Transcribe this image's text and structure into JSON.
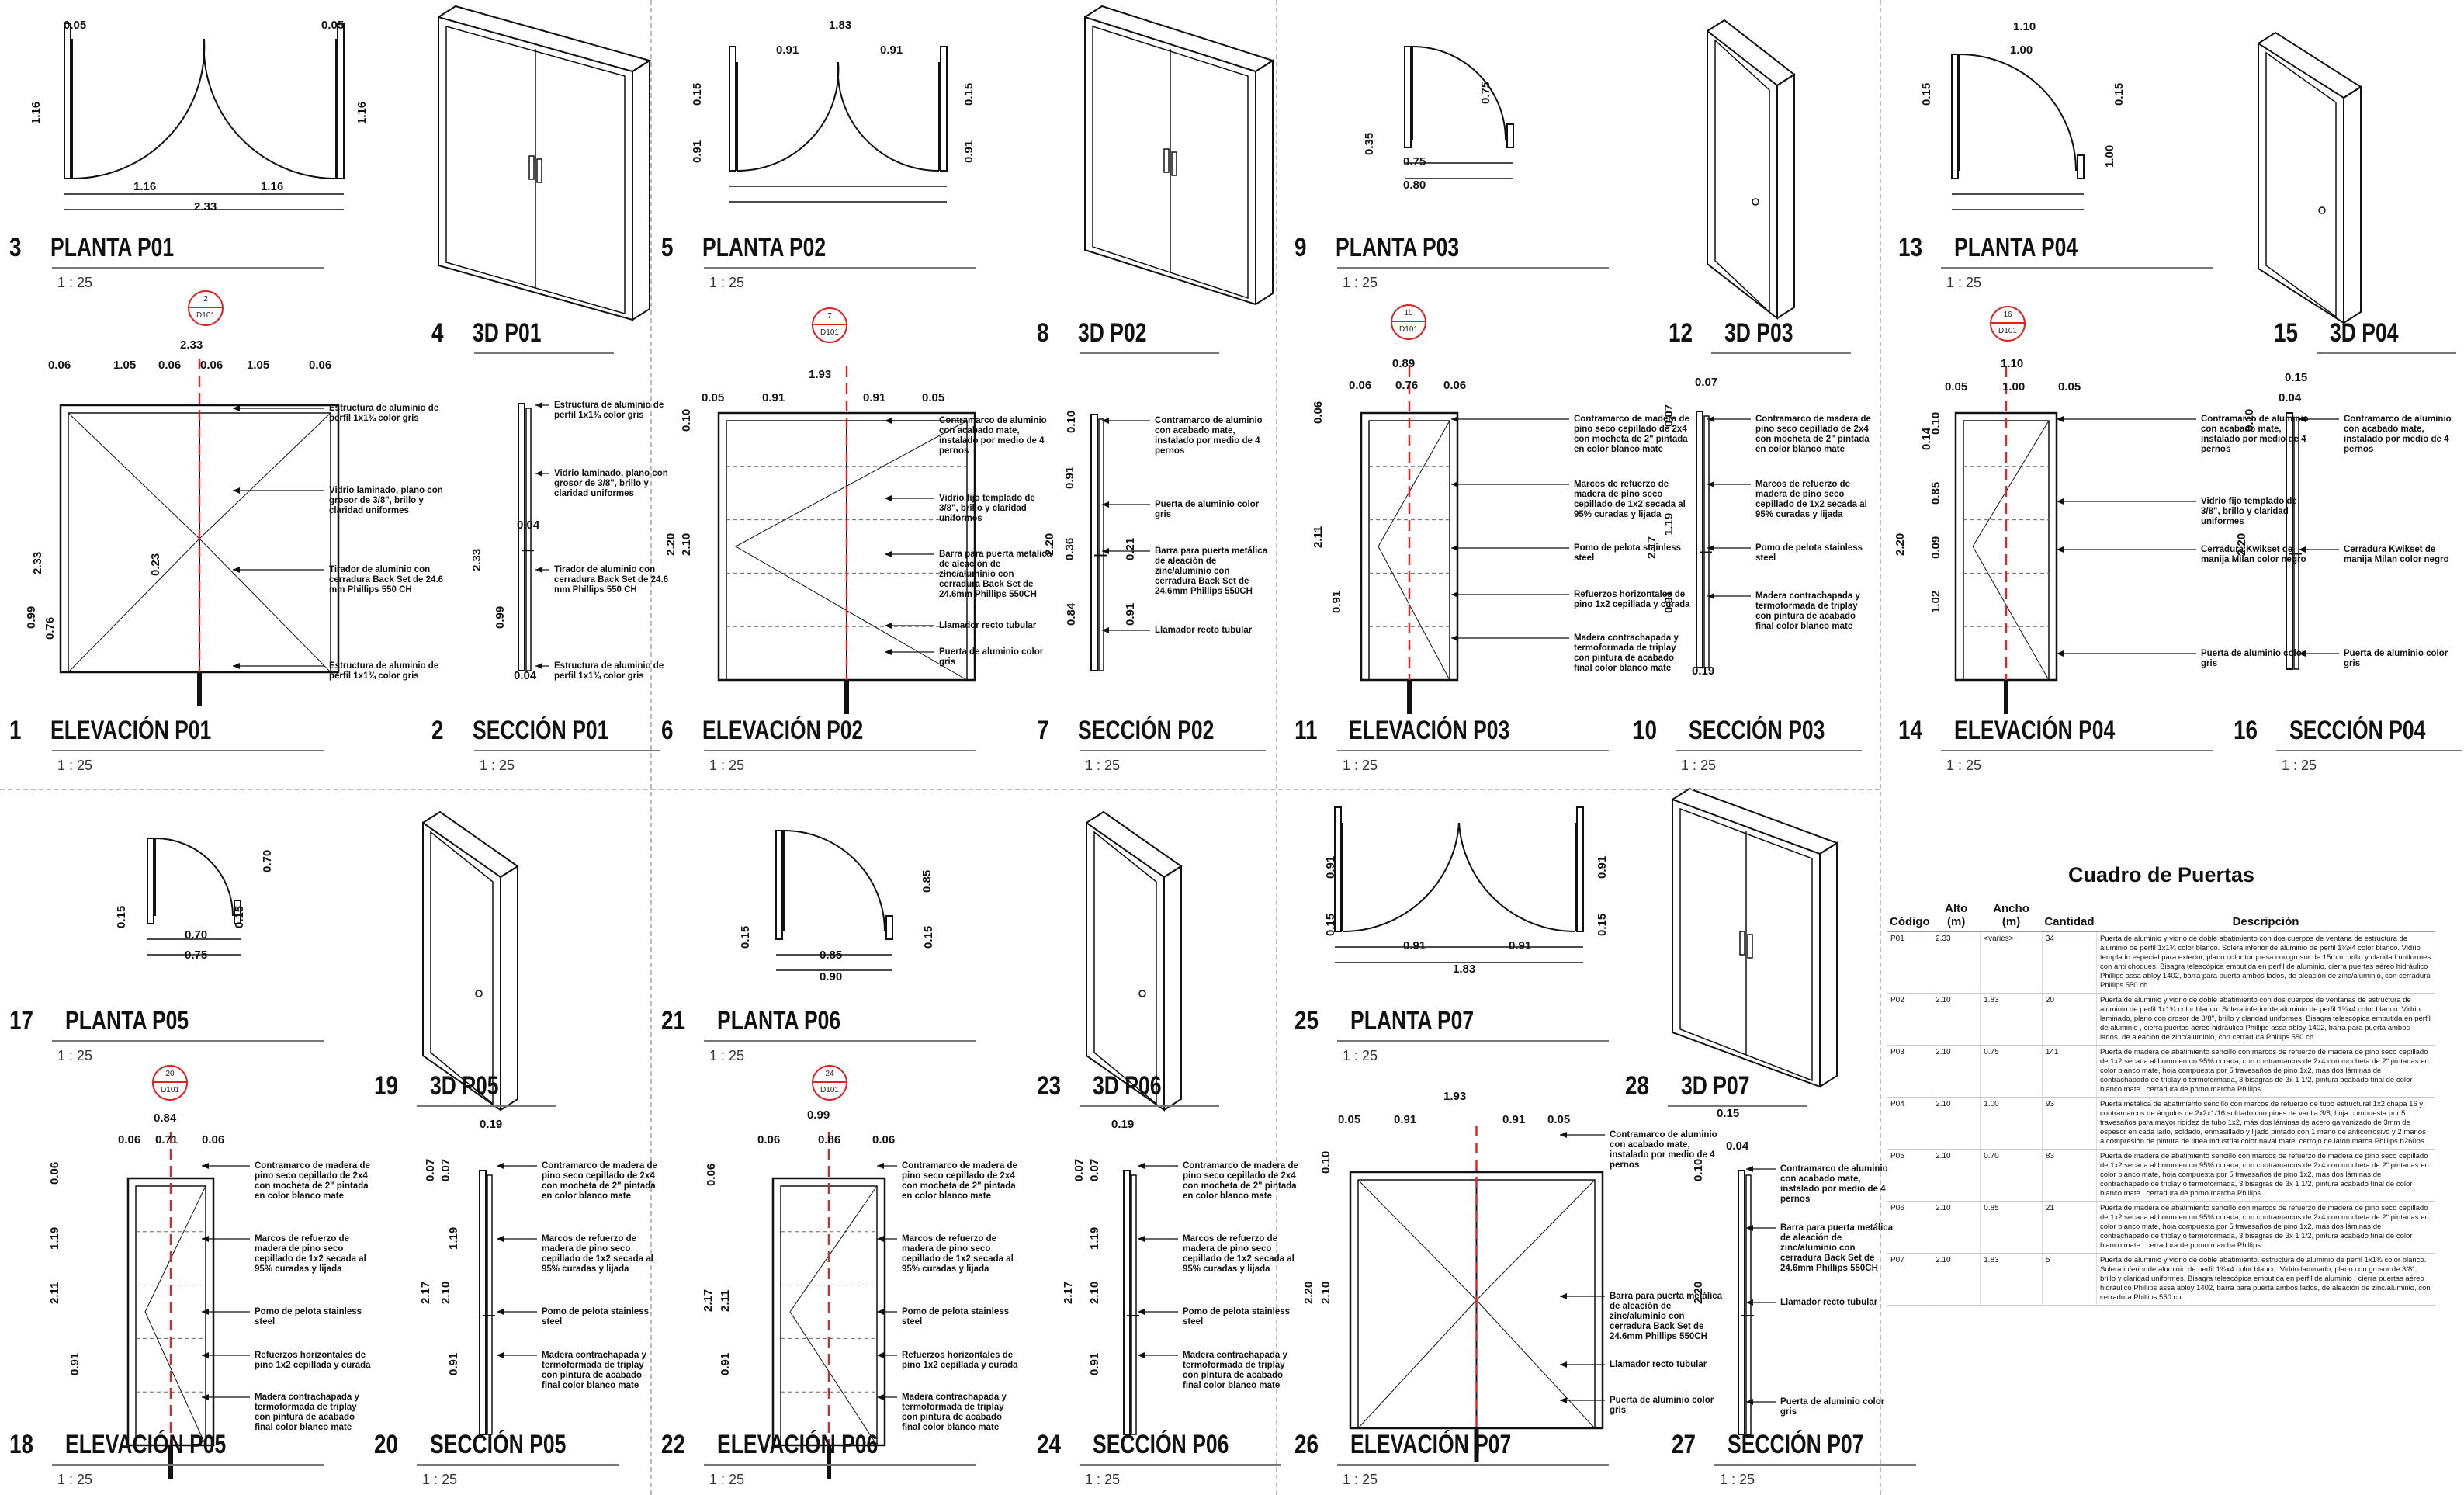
{
  "scale_label": "1 : 25",
  "colors": {
    "axis": "#d42a2a",
    "line": "#111111",
    "divider": "#bbbbbb"
  },
  "views": {
    "v3": {
      "num": "3",
      "name": "PLANTA P01"
    },
    "v4": {
      "num": "4",
      "name": "3D P01"
    },
    "v5": {
      "num": "5",
      "name": "PLANTA P02"
    },
    "v8": {
      "num": "8",
      "name": "3D P02"
    },
    "v9": {
      "num": "9",
      "name": "PLANTA P03"
    },
    "v12": {
      "num": "12",
      "name": "3D P03"
    },
    "v13": {
      "num": "13",
      "name": "PLANTA P04"
    },
    "v15": {
      "num": "15",
      "name": "3D P04"
    },
    "v1": {
      "num": "1",
      "name": "ELEVACIÓN P01"
    },
    "v2": {
      "num": "2",
      "name": "SECCIÓN P01"
    },
    "v6": {
      "num": "6",
      "name": "ELEVACIÓN P02"
    },
    "v7": {
      "num": "7",
      "name": "SECCIÓN P02"
    },
    "v11": {
      "num": "11",
      "name": "ELEVACIÓN P03"
    },
    "v10": {
      "num": "10",
      "name": "SECCIÓN P03"
    },
    "v14": {
      "num": "14",
      "name": "ELEVACIÓN P04"
    },
    "v16": {
      "num": "16",
      "name": "SECCIÓN P04"
    },
    "v17": {
      "num": "17",
      "name": "PLANTA P05"
    },
    "v19": {
      "num": "19",
      "name": "3D P05"
    },
    "v21": {
      "num": "21",
      "name": "PLANTA P06"
    },
    "v23": {
      "num": "23",
      "name": "3D P06"
    },
    "v25": {
      "num": "25",
      "name": "PLANTA P07"
    },
    "v28": {
      "num": "28",
      "name": "3D P07"
    },
    "v18": {
      "num": "18",
      "name": "ELEVACIÓN P05"
    },
    "v20": {
      "num": "20",
      "name": "SECCIÓN P05"
    },
    "v22": {
      "num": "22",
      "name": "ELEVACIÓN P06"
    },
    "v24": {
      "num": "24",
      "name": "SECCIÓN P06"
    },
    "v26": {
      "num": "26",
      "name": "ELEVACIÓN P07"
    },
    "v27": {
      "num": "27",
      "name": "SECCIÓN P07"
    }
  },
  "tags": {
    "t1": {
      "num": "2",
      "sheet": "D101"
    },
    "t2": {
      "num": "7",
      "sheet": "D101"
    },
    "t3": {
      "num": "10",
      "sheet": "D101"
    },
    "t4": {
      "num": "16",
      "sheet": "D101"
    },
    "t5": {
      "num": "20",
      "sheet": "D101"
    },
    "t6": {
      "num": "24",
      "sheet": "D101"
    }
  },
  "dims": {
    "p01_plan": [
      "0.05",
      "0.05",
      "1.16",
      "1.16",
      "1.16",
      "1.16",
      "2.33"
    ],
    "p01_elev": [
      "2.33",
      "0.06",
      "1.05",
      "0.06",
      "0.06",
      "1.05",
      "0.06",
      "2.33",
      "0.23",
      "0.99",
      "0.76"
    ],
    "p01_sec": [
      "2.33",
      "0.04",
      "0.99",
      "0.04"
    ],
    "p02_plan": [
      "1.83",
      "0.91",
      "0.91",
      "0.15",
      "0.15",
      "0.91",
      "0.91"
    ],
    "p02_elev": [
      "1.93",
      "0.05",
      "0.91",
      "0.91",
      "0.05",
      "0.10",
      "2.20",
      "2.10"
    ],
    "p02_sec": [
      "0.10",
      "0.91",
      "2.20",
      "0.36",
      "0.21",
      "0.84",
      "0.91"
    ],
    "p03_plan": [
      "0.75",
      "0.35",
      "0.75",
      "0.80"
    ],
    "p03_elev": [
      "0.89",
      "0.06",
      "0.76",
      "0.06",
      "0.06",
      "2.11",
      "0.91"
    ],
    "p03_sec": [
      "0.07",
      "0.07",
      "1.19",
      "2.17",
      "0.91",
      "0.19"
    ],
    "p04_plan": [
      "1.10",
      "1.00",
      "0.15",
      "0.15",
      "1.00"
    ],
    "p04_elev": [
      "1.10",
      "0.05",
      "1.00",
      "0.05",
      "0.14",
      "0.10",
      "0.85",
      "2.20",
      "0.09",
      "1.02"
    ],
    "p04_sec": [
      "0.15",
      "0.04",
      "0.10",
      "2.20"
    ],
    "p05_plan": [
      "0.70",
      "0.15",
      "0.15",
      "0.70",
      "0.75"
    ],
    "p05_elev": [
      "0.84",
      "0.06",
      "0.71",
      "0.06",
      "0.06",
      "1.19",
      "2.11",
      "0.91"
    ],
    "p05_sec": [
      "0.19",
      "0.07",
      "0.07",
      "1.19",
      "2.17",
      "2.10",
      "0.91"
    ],
    "p06_plan": [
      "0.85",
      "0.15",
      "0.15",
      "0.85",
      "0.90"
    ],
    "p06_elev": [
      "0.99",
      "0.06",
      "0.86",
      "0.06",
      "0.06",
      "2.17",
      "2.11",
      "0.91"
    ],
    "p06_sec": [
      "0.19",
      "0.07",
      "0.07",
      "1.19",
      "2.17",
      "2.10",
      "0.91"
    ],
    "p07_plan": [
      "0.91",
      "0.91",
      "0.15",
      "0.15",
      "0.91",
      "0.91",
      "1.83"
    ],
    "p07_elev": [
      "1.93",
      "0.05",
      "0.91",
      "0.91",
      "0.05",
      "0.10",
      "2.20",
      "2.10"
    ],
    "p07_sec": [
      "0.15",
      "0.04",
      "0.10",
      "2.20"
    ]
  },
  "notes": {
    "p01_elev": [
      "Estructura de aluminio de perfil 1x1¾ color gris",
      "Vidrio laminado, plano con grosor de 3/8\", brillo y claridad uniformes",
      "Tirador de aluminio con cerradura Back Set de 24.6 mm Phillips 550 CH",
      "Estructura de aluminio de perfil 1x1¾ color gris"
    ],
    "p01_sec": [
      "Estructura de aluminio de perfil 1x1¾ color gris",
      "Vidrio laminado, plano con grosor de 3/8\", brillo y claridad uniformes",
      "Tirador de aluminio con cerradura Back Set de 24.6 mm Phillips 550 CH",
      "Estructura de aluminio de perfil 1x1¾ color gris"
    ],
    "p02_elev": [
      "Contramarco de aluminio con acabado mate, instalado por medio de 4 pernos",
      "Vidrio fijo templado de 3/8\", brillo y claridad uniformes",
      "Barra para puerta metálica de aleación de zinc/aluminio con cerradura Back Set de 24.6mm Phillips 550CH",
      "Llamador recto tubular",
      "Puerta de aluminio color gris"
    ],
    "p02_sec": [
      "Contramarco de aluminio con acabado mate, instalado por medio de 4 pernos",
      "Puerta de aluminio color gris",
      "Barra para puerta metálica de aleación de zinc/aluminio con cerradura Back Set de 24.6mm Phillips 550CH",
      "Llamador recto tubular"
    ],
    "p03_elev": [
      "Contramarco de madera de pino seco cepillado de 2x4 con mocheta de 2\" pintada en color blanco mate",
      "Marcos de refuerzo de madera de pino seco cepillado de 1x2 secada al 95% curadas y lijada",
      "Pomo de pelota stainless steel",
      "Refuerzos horizontales de pino 1x2 cepillada y curada",
      "Madera contrachapada y termoformada de triplay con pintura de acabado final color blanco mate"
    ],
    "p03_sec": [
      "Contramarco de madera de pino seco cepillado de 2x4 con mocheta de 2\" pintada en color blanco mate",
      "Marcos de refuerzo de madera de pino seco cepillado de 1x2 secada al 95% curadas y lijada",
      "Pomo de pelota stainless steel",
      "Madera contrachapada y termoformada de triplay con pintura de acabado final color blanco mate"
    ],
    "p04_elev": [
      "Contramarco de aluminio con acabado mate, instalado por medio de 4 pernos",
      "Vidrio fijo templado de 3/8\", brillo y claridad uniformes",
      "Cerradura Kwikset de manija Milan color negro",
      "Puerta de aluminio color gris"
    ],
    "p04_sec": [
      "Contramarco de aluminio con acabado mate, instalado por medio de 4 pernos",
      "Cerradura Kwikset de manija Milan color negro",
      "Puerta de aluminio color gris"
    ],
    "p05_elev": [
      "Contramarco de madera de pino seco cepillado de 2x4 con mocheta de 2\" pintada en color blanco mate",
      "Marcos de refuerzo de madera de pino seco cepillado de 1x2 secada al 95% curadas y lijada",
      "Pomo de pelota stainless steel",
      "Refuerzos horizontales de pino 1x2 cepillada y curada",
      "Madera contrachapada y termoformada de triplay con pintura de acabado final color blanco mate"
    ],
    "p05_sec": [
      "Contramarco de madera de pino seco cepillado de 2x4 con mocheta de 2\" pintada en color blanco mate",
      "Marcos de refuerzo de madera de pino seco cepillado de 1x2 secada al 95% curadas y lijada",
      "Pomo de pelota stainless steel",
      "Madera contrachapada y termoformada de triplay con pintura de acabado final color blanco mate"
    ],
    "p06_elev": [
      "Contramarco de madera de pino seco cepillado de 2x4 con mocheta de 2\" pintada en color blanco mate",
      "Marcos de refuerzo de madera de pino seco cepillado de 1x2 secada al 95% curadas y lijada",
      "Pomo de pelota stainless steel",
      "Refuerzos horizontales de pino 1x2 cepillada y curada",
      "Madera contrachapada y termoformada de triplay con pintura de acabado final color blanco mate"
    ],
    "p06_sec": [
      "Contramarco de madera de pino seco cepillado de 2x4 con mocheta de 2\" pintada en color blanco mate",
      "Marcos de refuerzo de madera de pino seco cepillado de 1x2 secada al 95% curadas y lijada",
      "Pomo de pelota stainless steel",
      "Madera contrachapada y termoformada de triplay con pintura de acabado final color blanco mate"
    ],
    "p07_elev": [
      "Contramarco de aluminio con acabado mate, instalado por medio de 4 pernos",
      "Barra para puerta metálica de aleación de zinc/aluminio con cerradura Back Set de 24.6mm Phillips 550CH",
      "Llamador recto tubular",
      "Puerta de aluminio color gris"
    ],
    "p07_sec": [
      "Contramarco de aluminio con acabado mate, instalado por medio de 4 pernos",
      "Barra para puerta metálica de aleación de zinc/aluminio con cerradura Back Set de 24.6mm Phillips 550CH",
      "Llamador recto tubular",
      "Puerta de aluminio color gris"
    ]
  },
  "schedule": {
    "title": "Cuadro de Puertas",
    "headers": [
      "Código",
      "Alto (m)",
      "Ancho (m)",
      "Cantidad",
      "Descripción"
    ],
    "rows": [
      [
        "P01",
        "2.33",
        "<varies>",
        "34",
        "Puerta de aluminio y vidrio de doble abatimiento con dos cuerpos de ventana de estructura de aluminio de perfil 1x1¾ color blanco. Solera inferior de aluminio de perfil 1¾x4 color blanco. Vidrio templado especial para exterior, plano color turquesa con grosor de 15mm, brillo y claridad uniformes con anti choques. Bisagra telescópica embutida en perfil de aluminio, cierra puertas aéreo hidráulico Phillips assa abloy 1402, barra para puerta ambos lados, de aleación de zinc/aluminio, con cerradura Phillips 550 ch."
      ],
      [
        "P02",
        "2.10",
        "1.83",
        "20",
        "Puerta de aluminio y vidrio de doble abatimiento con dos cuerpos de ventanas de estructura de aluminio de perfil 1x1¾ color blanco. Solera inferior de aluminio de perfil 1¾x4 color blanco. Vidrio laminado, plano con grosor de 3/8\", brillo y claridad uniformes. Bisagra telescópica embutida en perfil de aluminio , cierra puertas aéreo hidráulico Phillips assa abloy 1402, barra para puerta ambos lados, de aleación de zinc/aluminio, con cerradura Phillips 550 ch."
      ],
      [
        "P03",
        "2.10",
        "0.75",
        "141",
        "Puerta de madera de abatimiento sencillo con marcos de refuerzo de madera de pino seco cepillado de 1x2 secada al horno en un 95% curada, con contramarcos de 2x4 con mocheta de 2\" pintadas en color blanco mate, hoja compuesta por 5 travesaños de pino 1x2, más dos láminas de contrachapado de triplay o termoformada, 3 bisagras de 3x 1 1/2, pintura acabado final de color blanco mate , cerradura de pomo marcha Phillips"
      ],
      [
        "P04",
        "2.10",
        "1.00",
        "93",
        "Puerta metálica de abatimiento sencillo con marcos de refuerzo de tubo estructural 1x2 chapa 16 y contramarcos de ángulos de 2x2x1/16 soldado con pines de varilla 3/8, hoja compuesta por 5 travesaños para mayor rigidez de tubo 1x2, más dos láminas de acero galvanizado de 3mm de espesor en cada lado, soldado, enmasillado y lijado pintado con 1 mano de anticorrosivo y 2 manos a compresión de pintura de línea industrial color naval mate, cerrojo de latón marca Phillips b260ps."
      ],
      [
        "P05",
        "2.10",
        "0.70",
        "83",
        "Puerta de madera de abatimiento sencillo con marcos de refuerzo de madera de pino seco cepillado de 1x2 secada al horno en un 95% curada, con contramarcos de 2x4 con mocheta de 2\" pintadas en color blanco mate, hoja compuesta por 5 travesaños de pino 1x2, más dos láminas de contrachapado de triplay o termoformada, 3 bisagras de 3x 1 1/2, pintura acabado final de color blanco mate , cerradura de pomo marcha Phillips"
      ],
      [
        "P06",
        "2.10",
        "0.85",
        "21",
        "Puerta de madera de abatimiento sencillo con marcos de refuerzo de madera de pino seco cepillado de 1x2 secada al horno en un 95% curada, con contramarcos de 2x4 con mocheta de 2\" pintadas en color blanco mate, hoja compuesta por 5 travesaños de pino 1x2, más dos láminas de contrachapado de triplay o termoformada, 3 bisagras de 3x 1 1/2, pintura acabado final de color blanco mate , cerradura de pomo marcha Phillips"
      ],
      [
        "P07",
        "2.10",
        "1.83",
        "5",
        "Puerta de aluminio y vidrio de doble abatimiento. estructura de aluminio de perfil 1x1¾ color blanco. Solera inferior de aluminio de perfil 1¾x4 color blanco. Vidrio laminado, plano con grosor de 3/8\", brillo y claridad uniformes. Bisagra telescópica embutida en perfil de aluminio , cierra puertas aéreo hidráulico Phillips assa abloy 1402, barra para puerta ambos lados, de aleación de zinc/aluminio, con cerradura Phillips 550 ch."
      ]
    ]
  }
}
